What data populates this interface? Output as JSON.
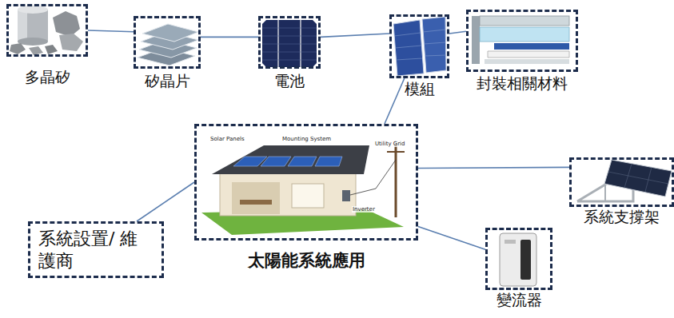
{
  "diagram": {
    "nodes": [
      {
        "text": [
          "多晶矽"
        ]
      },
      {
        "text": [
          "矽晶片"
        ]
      },
      {
        "text": [
          "電池"
        ]
      },
      {
        "text": [
          "模組"
        ]
      },
      {
        "text": [
          "封裝相關材料"
        ]
      },
      {
        "text": [
          "太陽能系統應用"
        ]
      },
      {
        "text": [
          "系統支撐架"
        ]
      },
      {
        "text": [
          "系統設置/ 維護商"
        ]
      },
      {
        "text": [
          "變流器"
        ]
      }
    ],
    "edges": [
      {
        "from": 0,
        "to": 1,
        "arrow": "none"
      },
      {
        "from": 1,
        "to": 2,
        "arrow": "none"
      },
      {
        "from": 2,
        "to": 3,
        "arrow": "none"
      },
      {
        "from": 3,
        "to": 4,
        "arrow": "none"
      },
      {
        "from": 3,
        "to": 5,
        "arrow": "none"
      },
      {
        "from": 5,
        "to": 7,
        "arrow": "none"
      },
      {
        "from": 5,
        "to": 6,
        "arrow": "none"
      },
      {
        "from": 5,
        "to": 8,
        "arrow": "none"
      }
    ],
    "labels": [
      "Solar Panels",
      "Mounting System",
      "Utility Grid",
      "Inverter"
    ]
  }
}
